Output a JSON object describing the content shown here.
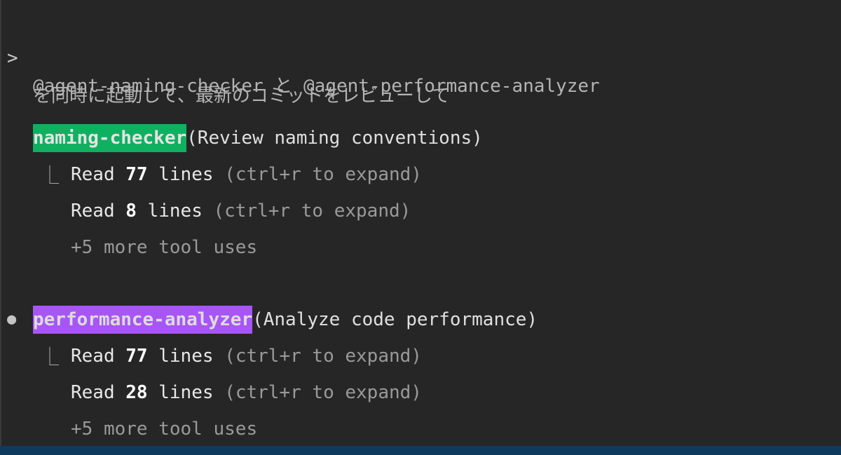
{
  "prompt": {
    "symbol": ">",
    "line1": "@agent-naming-checker と @agent-performance-analyzer",
    "line2": "を同時に起動して、最新のコミットをレビューして"
  },
  "agents": [
    {
      "name": "naming-checker",
      "task": "(Review naming conventions)",
      "highlight_color": "#10b061",
      "tree_glyph": "⎿",
      "tools": [
        {
          "verb": "Read",
          "count": "77",
          "unit": "lines",
          "hint": "(ctrl+r to expand)"
        },
        {
          "verb": "Read",
          "count": "8",
          "unit": "lines",
          "hint": "(ctrl+r to expand)"
        }
      ],
      "more": "+5 more tool uses"
    },
    {
      "name": "performance-analyzer",
      "task": "(Analyze code performance)",
      "highlight_color": "#a855f7",
      "status_glyph": "●",
      "tree_glyph": "⎿",
      "tools": [
        {
          "verb": "Read",
          "count": "77",
          "unit": "lines",
          "hint": "(ctrl+r to expand)"
        },
        {
          "verb": "Read",
          "count": "28",
          "unit": "lines",
          "hint": "(ctrl+r to expand)"
        }
      ],
      "more": "+5 more tool uses"
    }
  ],
  "colors": {
    "background": "#262626",
    "status_bar": "#0e3a5e"
  }
}
